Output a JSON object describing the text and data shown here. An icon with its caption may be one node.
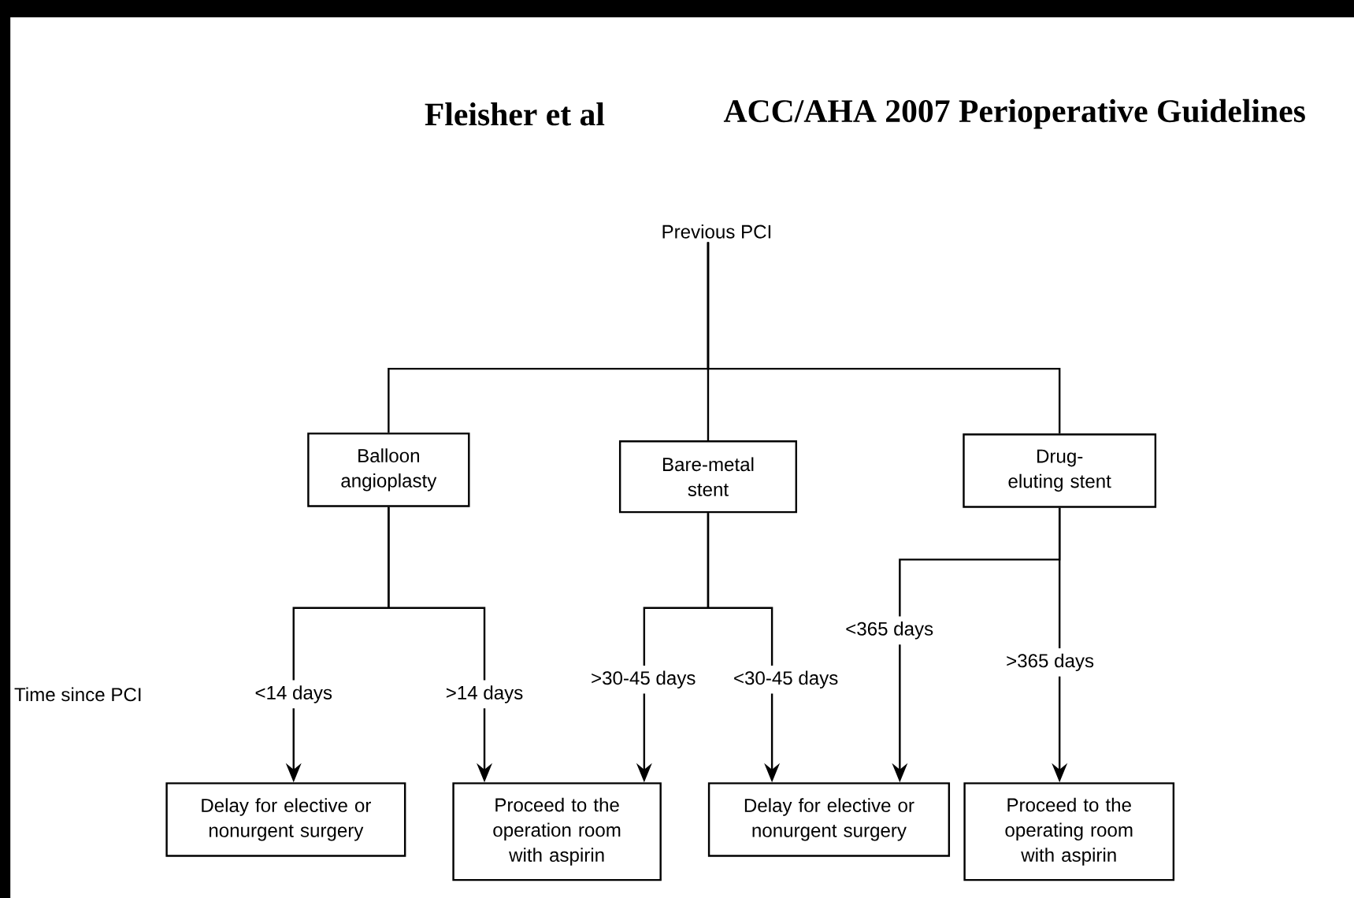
{
  "diagram": {
    "title": "ACC/AHA 2007 Perioperative Guidelines",
    "nodes": [
      {
        "text": [
          "Previous PCI"
        ]
      },
      {
        "text": [
          "Balloon angioplasty"
        ]
      },
      {
        "text": [
          "Bare-metal stent"
        ]
      },
      {
        "text": [
          "Drug-eluting stent"
        ]
      },
      {
        "text": [
          "Delay for elective or nonurgent surgery"
        ]
      },
      {
        "text": [
          "Proceed to the operation room with aspirin"
        ]
      },
      {
        "text": [
          "Delay for elective or nonurgent surgery"
        ]
      },
      {
        "text": [
          "Proceed to the operating room with aspirin"
        ]
      }
    ],
    "edges": [
      {
        "from": 0,
        "to": 1,
        "arrow": "none"
      },
      {
        "from": 0,
        "to": 2,
        "arrow": "none"
      },
      {
        "from": 0,
        "to": 3,
        "arrow": "none"
      },
      {
        "from": 1,
        "to": 4,
        "arrow": "to",
        "label": "<14 days"
      },
      {
        "from": 1,
        "to": 5,
        "arrow": "to",
        "label": ">14 days"
      },
      {
        "from": 2,
        "to": 5,
        "arrow": "to",
        "label": ">30-45 days"
      },
      {
        "from": 2,
        "to": 6,
        "arrow": "to",
        "label": "<30-45 days"
      },
      {
        "from": 3,
        "to": 6,
        "arrow": "to",
        "label": "<365 days"
      },
      {
        "from": 3,
        "to": 7,
        "arrow": "to",
        "label": ">365 days"
      }
    ],
    "labels": [
      "Fleisher et al",
      "Time since PCI"
    ]
  }
}
